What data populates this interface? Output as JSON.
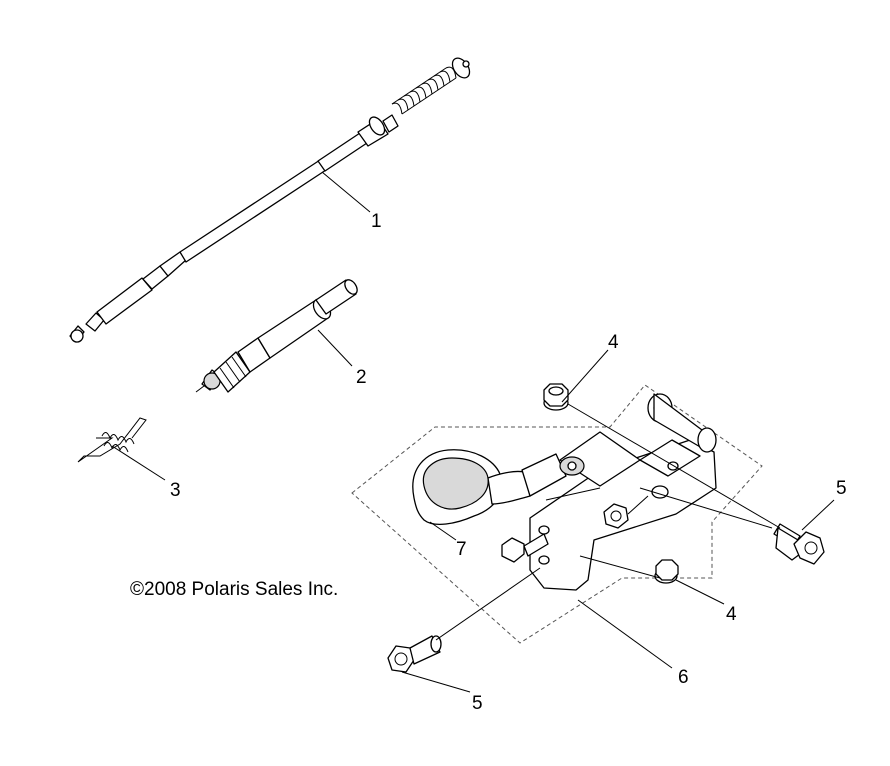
{
  "copyright": "©2008 Polaris Sales Inc.",
  "callouts": {
    "c1": "1",
    "c2": "2",
    "c3": "3",
    "c4a": "4",
    "c4b": "4",
    "c5a": "5",
    "c5b": "5",
    "c6": "6",
    "c7": "7"
  }
}
